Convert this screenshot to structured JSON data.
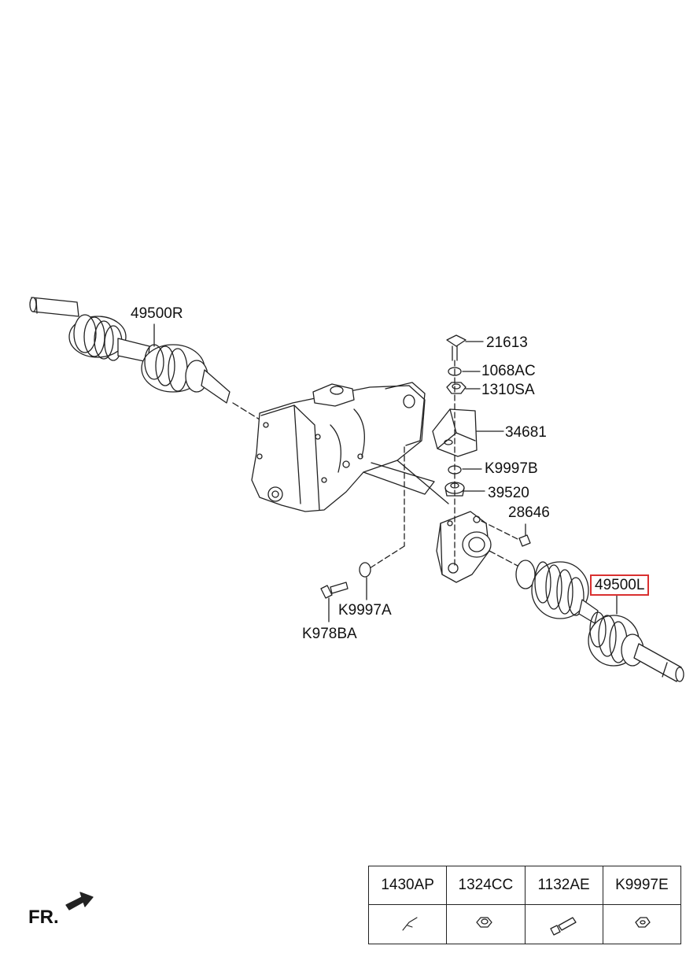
{
  "callouts": {
    "shaft_right": "49500R",
    "bolt_21613": "21613",
    "washer_1068ac": "1068AC",
    "nut_1310sa": "1310SA",
    "bracket_34681": "34681",
    "washer_k9997b": "K9997B",
    "bushing_39520": "39520",
    "plug_28646": "28646",
    "shaft_left": "49500L",
    "washer_k9997a": "K9997A",
    "bolt_k978ba": "K978BA"
  },
  "front_indicator": "FR.",
  "parts_table": {
    "columns": [
      {
        "part_no": "1430AP",
        "icon": "clip-icon"
      },
      {
        "part_no": "1324CC",
        "icon": "hex-nut-icon"
      },
      {
        "part_no": "1132AE",
        "icon": "bolt-icon"
      },
      {
        "part_no": "K9997E",
        "icon": "washer-icon"
      }
    ]
  },
  "highlight": {
    "part": "49500L",
    "color": "#d93030"
  }
}
